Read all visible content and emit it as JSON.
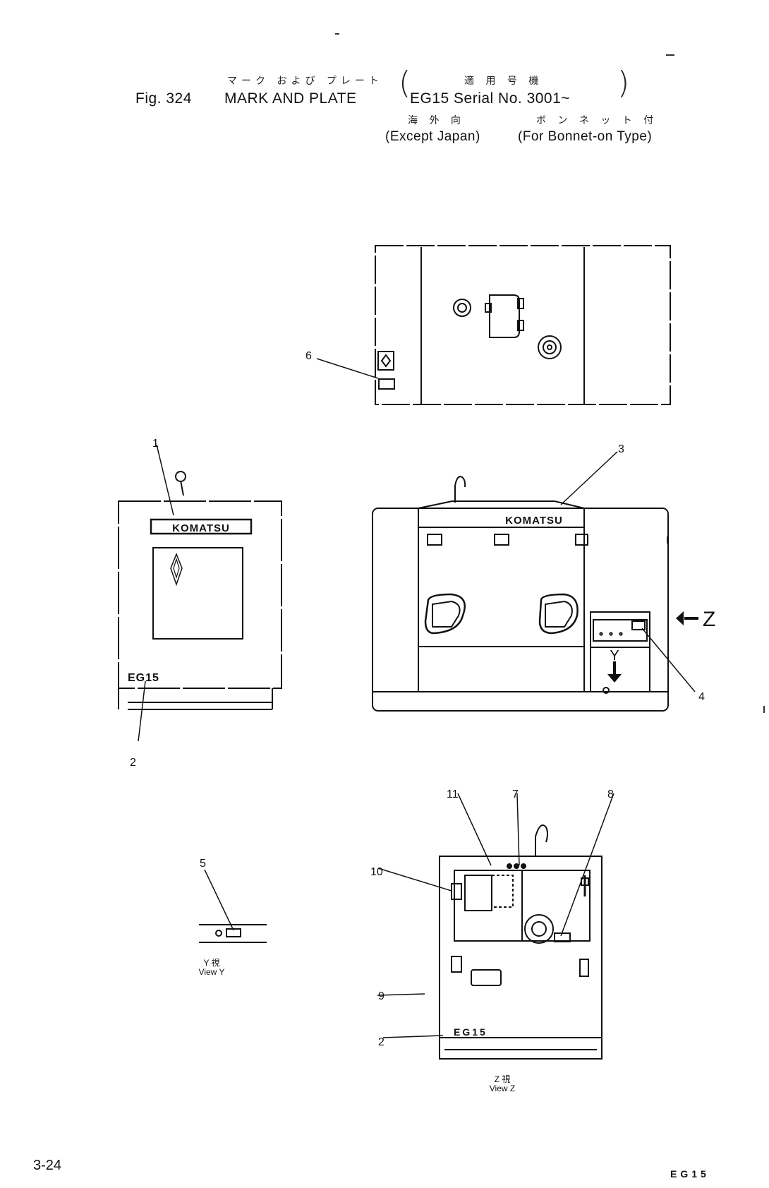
{
  "header": {
    "jp_title": "マーク および プレート",
    "jp_serial": "適 用 号 機",
    "jp_except": "海 外 向",
    "jp_bonnet": "ボ ン ネ ッ ト 付",
    "fig_label": "Fig. 324",
    "title": "MARK AND PLATE",
    "serial": "EG15 Serial No. 3001~",
    "except": "(Except Japan)",
    "bonnet": "(For Bonnet-on Type)"
  },
  "diagram": {
    "brand_text": "KOMATSU",
    "model_text": "EG15",
    "direction_z": "Z",
    "direction_y": "Y",
    "callouts": [
      "1",
      "2",
      "3",
      "4",
      "5",
      "6",
      "7",
      "8",
      "9",
      "10",
      "11"
    ],
    "views": {
      "y": {
        "jp": "Y 視",
        "en": "View Y"
      },
      "z": {
        "jp": "Z 視",
        "en": "View Z"
      }
    }
  },
  "footer": {
    "page_number": "3-24",
    "model_code": "EG15"
  }
}
